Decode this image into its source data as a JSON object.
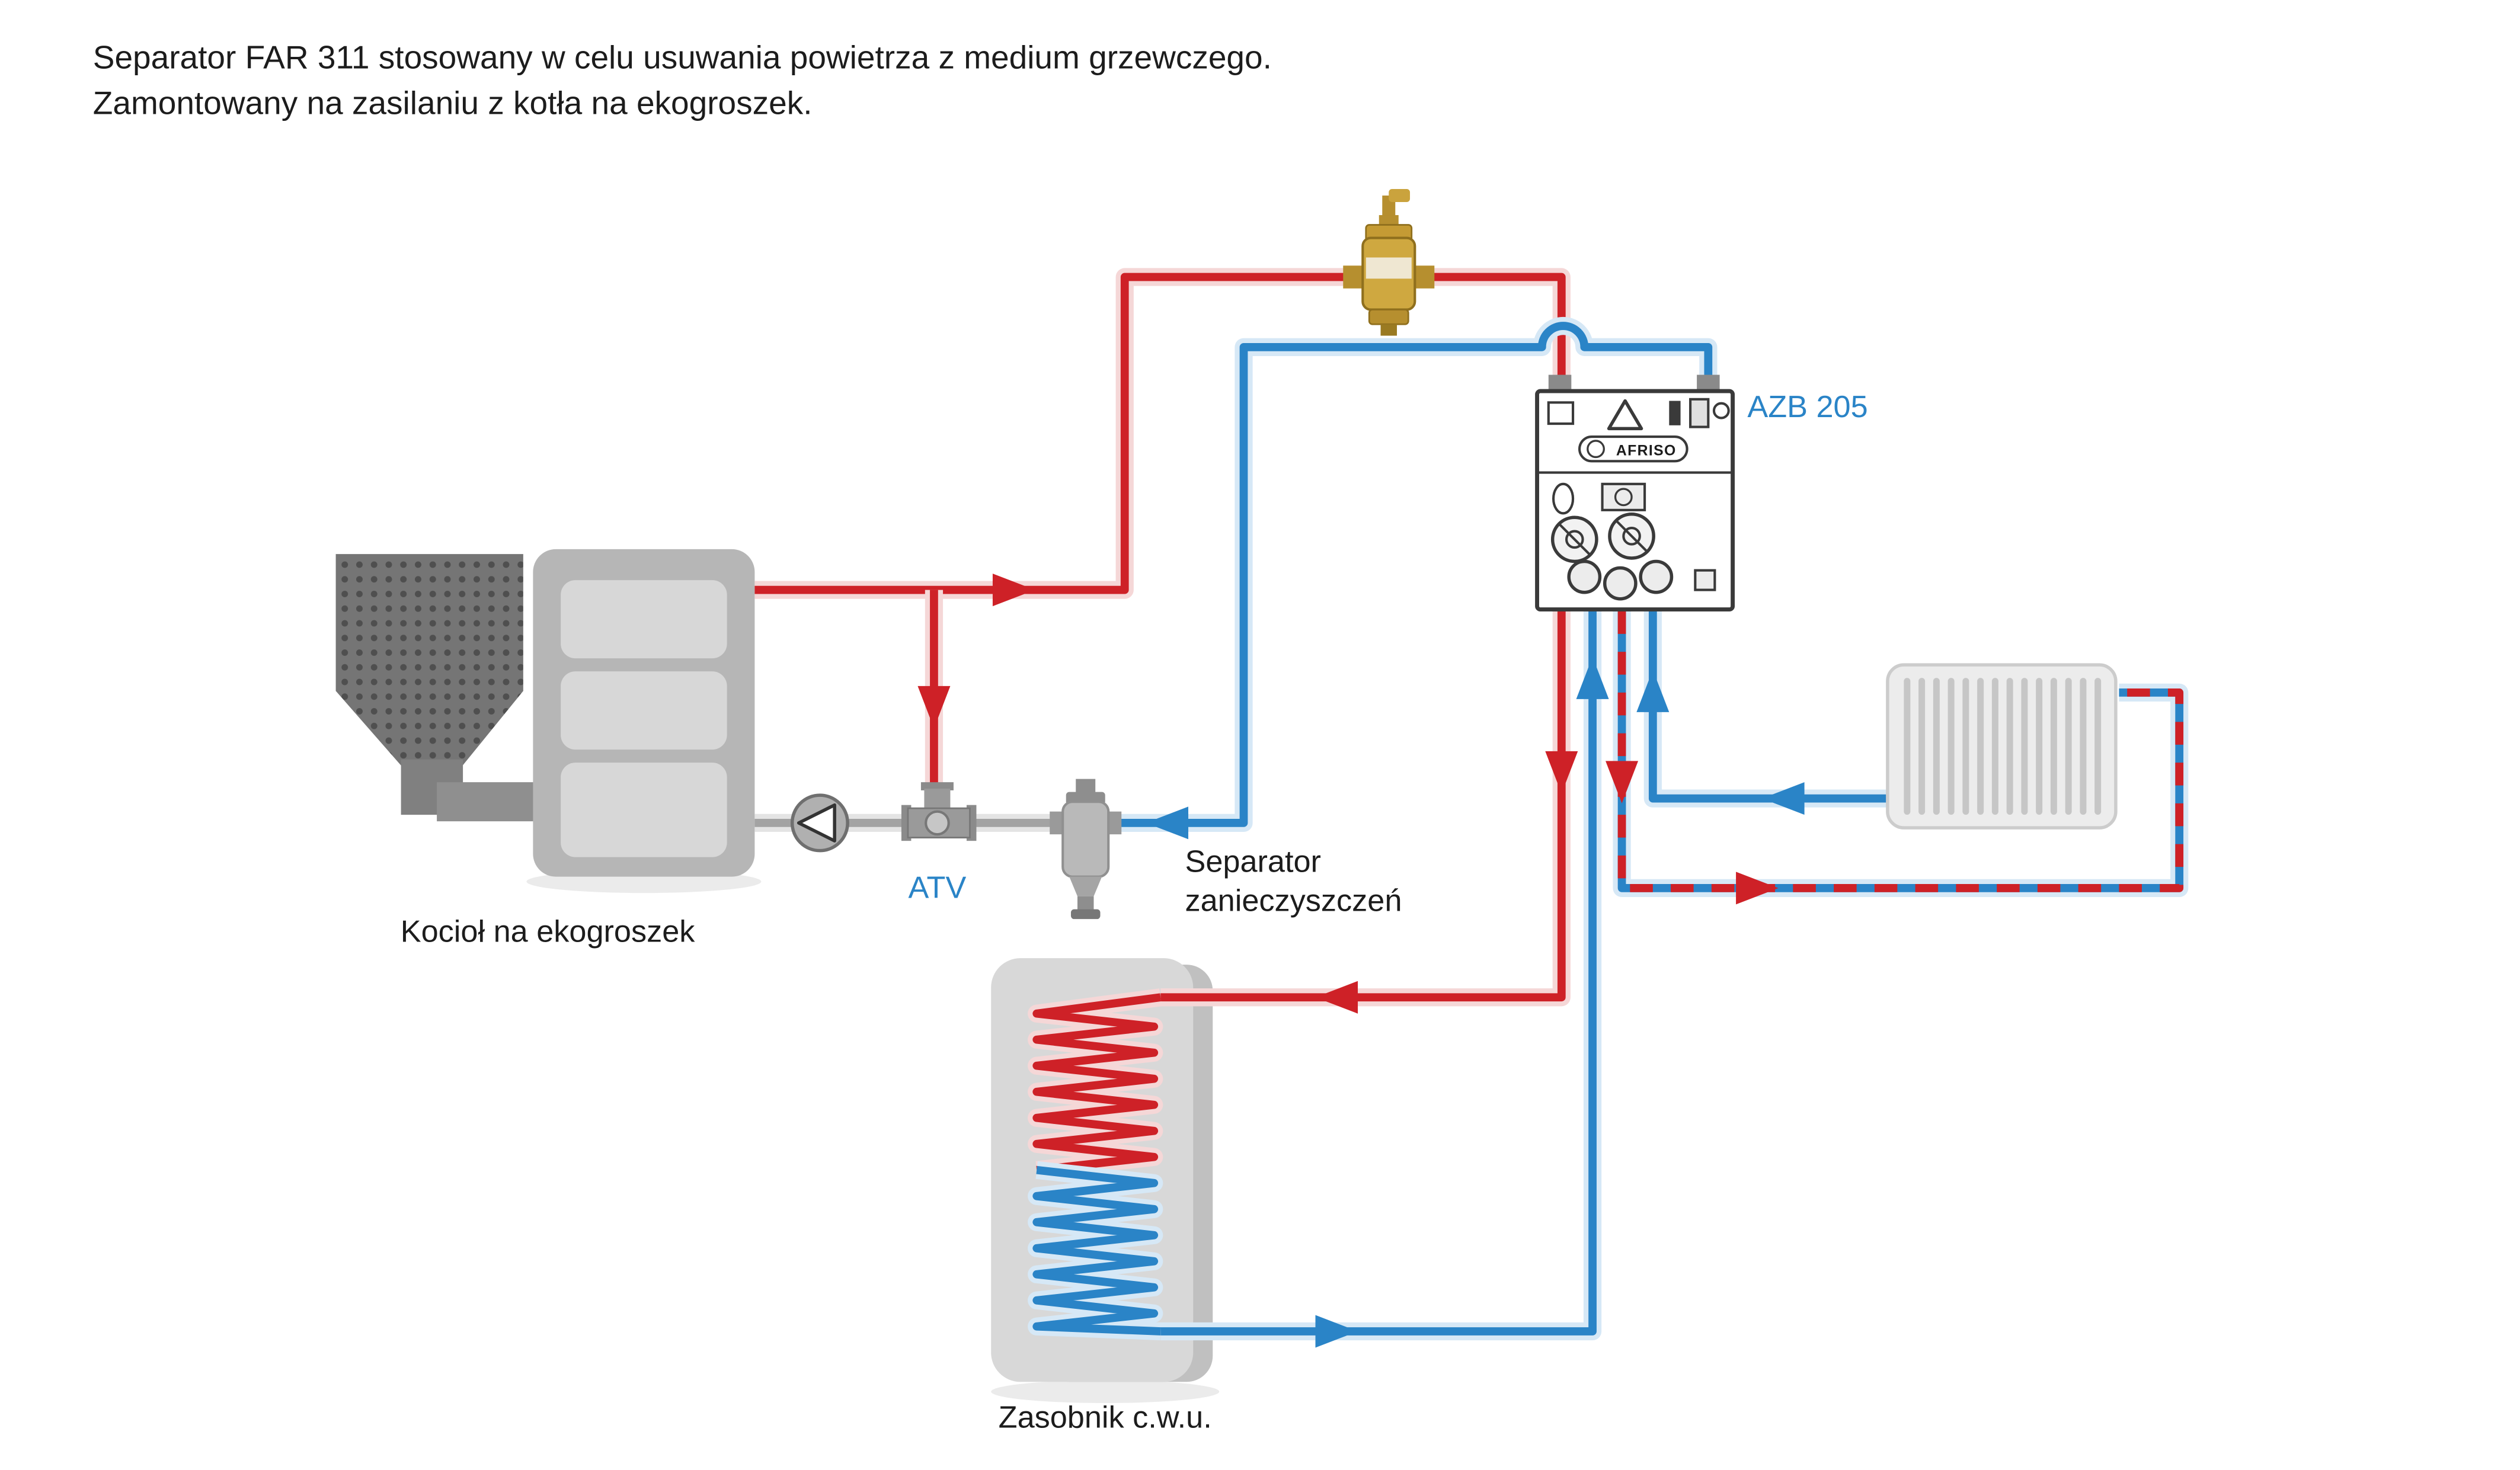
{
  "title": {
    "line1": "Separator FAR 311 stosowany w celu usuwania powietrza z medium grzewczego.",
    "line2": "Zamontowany na zasilaniu z kotła na ekogroszek."
  },
  "diagram": {
    "labels": {
      "boiler": "Kocioł na ekogroszek",
      "atv_valve": "ATV",
      "dirt_separator_line1": "Separator",
      "dirt_separator_line2": "zanieczyszczeń",
      "controller": "AZB 205",
      "controller_logo": "AFRISO",
      "tank": "Zasobnik c.w.u."
    },
    "components": [
      "fuel-hopper",
      "boiler",
      "pump",
      "atv-valve",
      "dirt-separator",
      "far311-air-separator",
      "azb-205-controller",
      "radiator",
      "dhw-tank"
    ]
  },
  "colors": {
    "supply": "#ce2127",
    "supply-halo": "#f5d7d7",
    "return": "#2a84c7",
    "return-halo": "#d6e8f6",
    "label-blue": "#2a84c7",
    "text": "#1c1c1c",
    "gray-pipe": "#a3a3a3",
    "brass": "#c9a23c"
  }
}
